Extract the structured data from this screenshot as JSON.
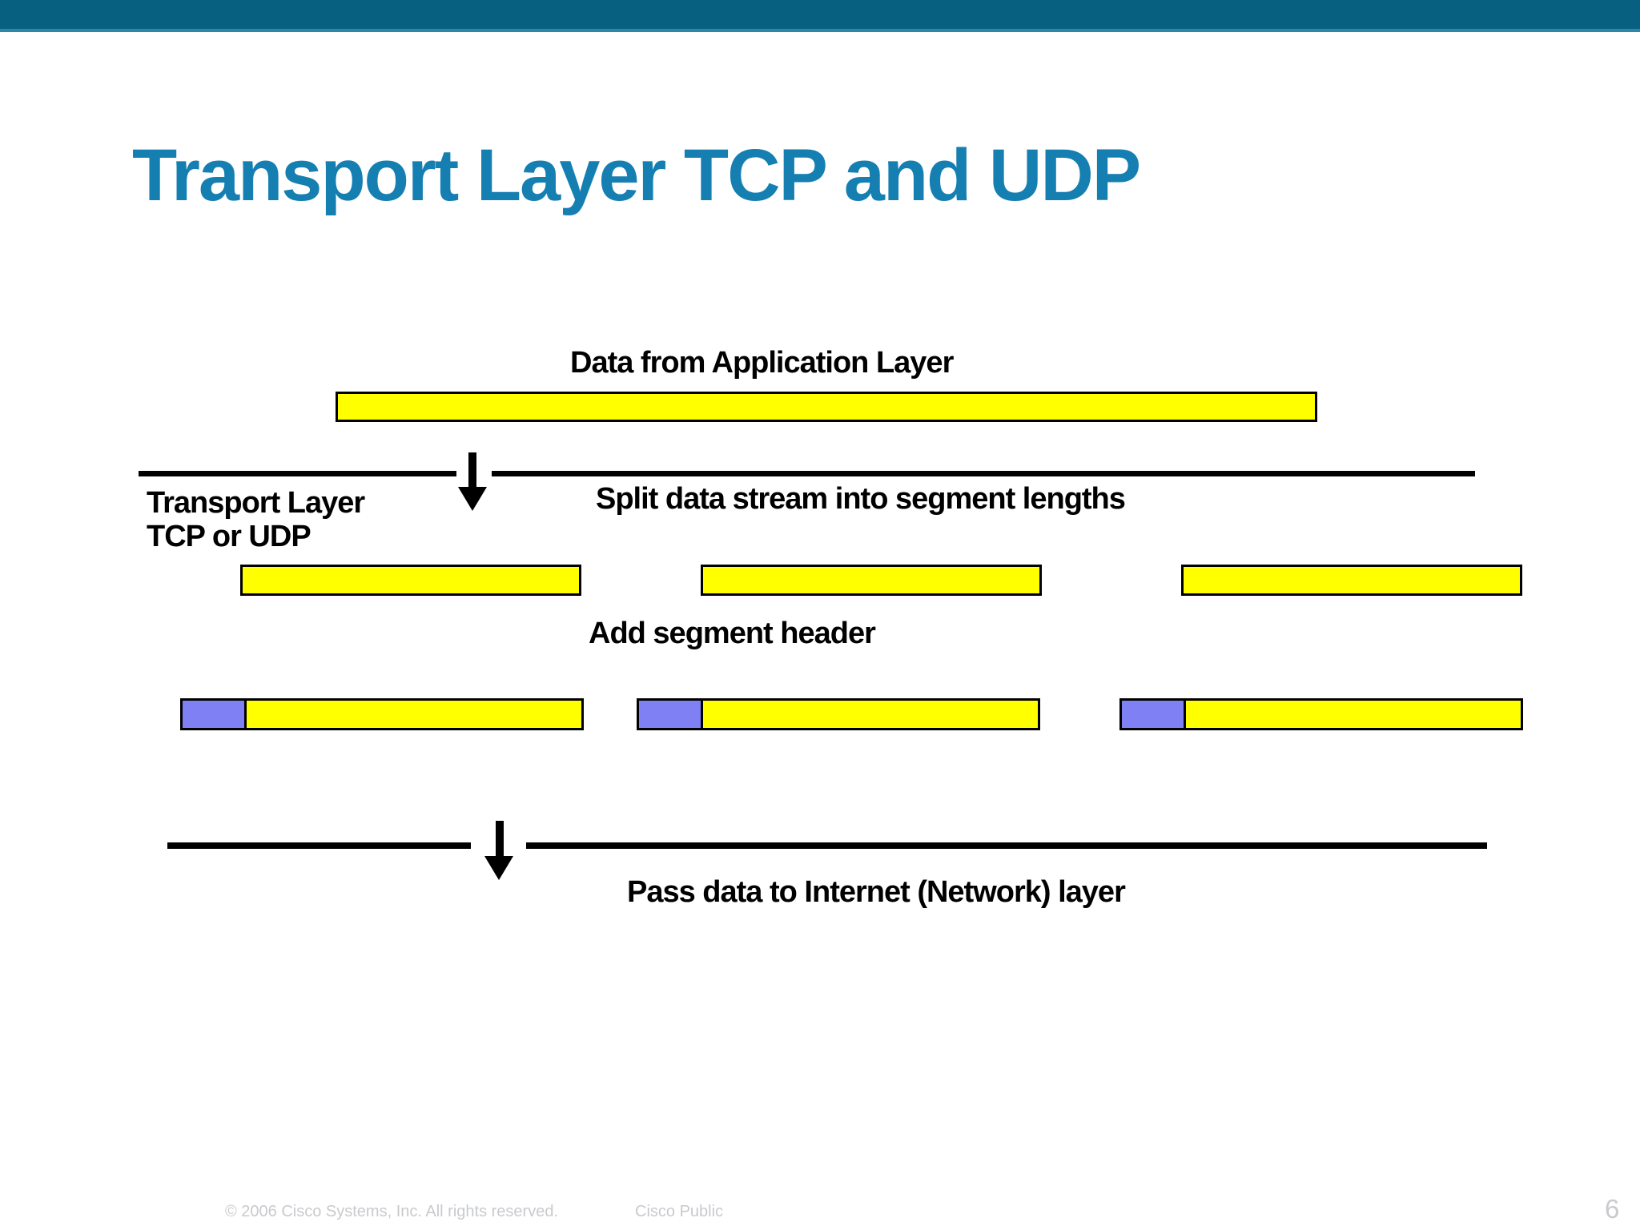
{
  "title": {
    "text": "Transport Layer TCP and UDP"
  },
  "diagram": {
    "labels": {
      "data_from_app": "Data from Application Layer",
      "transport_layer_line1": "Transport Layer",
      "transport_layer_line2": "TCP or UDP",
      "split": "Split data stream into segment lengths",
      "add_header": "Add segment header",
      "pass": "Pass data to Internet (Network) layer"
    }
  },
  "colors": {
    "header_bar": "#086080",
    "header_bar_edge": "#2d87a5",
    "title_blue": "#157FB2",
    "segment_yellow": "#FFFF00",
    "header_purple": "#8080F5",
    "line_black": "#000000",
    "footer_gray": "#C8CACE"
  },
  "footer": {
    "copyright": "© 2006 Cisco Systems, Inc. All rights reserved.",
    "classification": "Cisco Public",
    "page_number": "6"
  }
}
